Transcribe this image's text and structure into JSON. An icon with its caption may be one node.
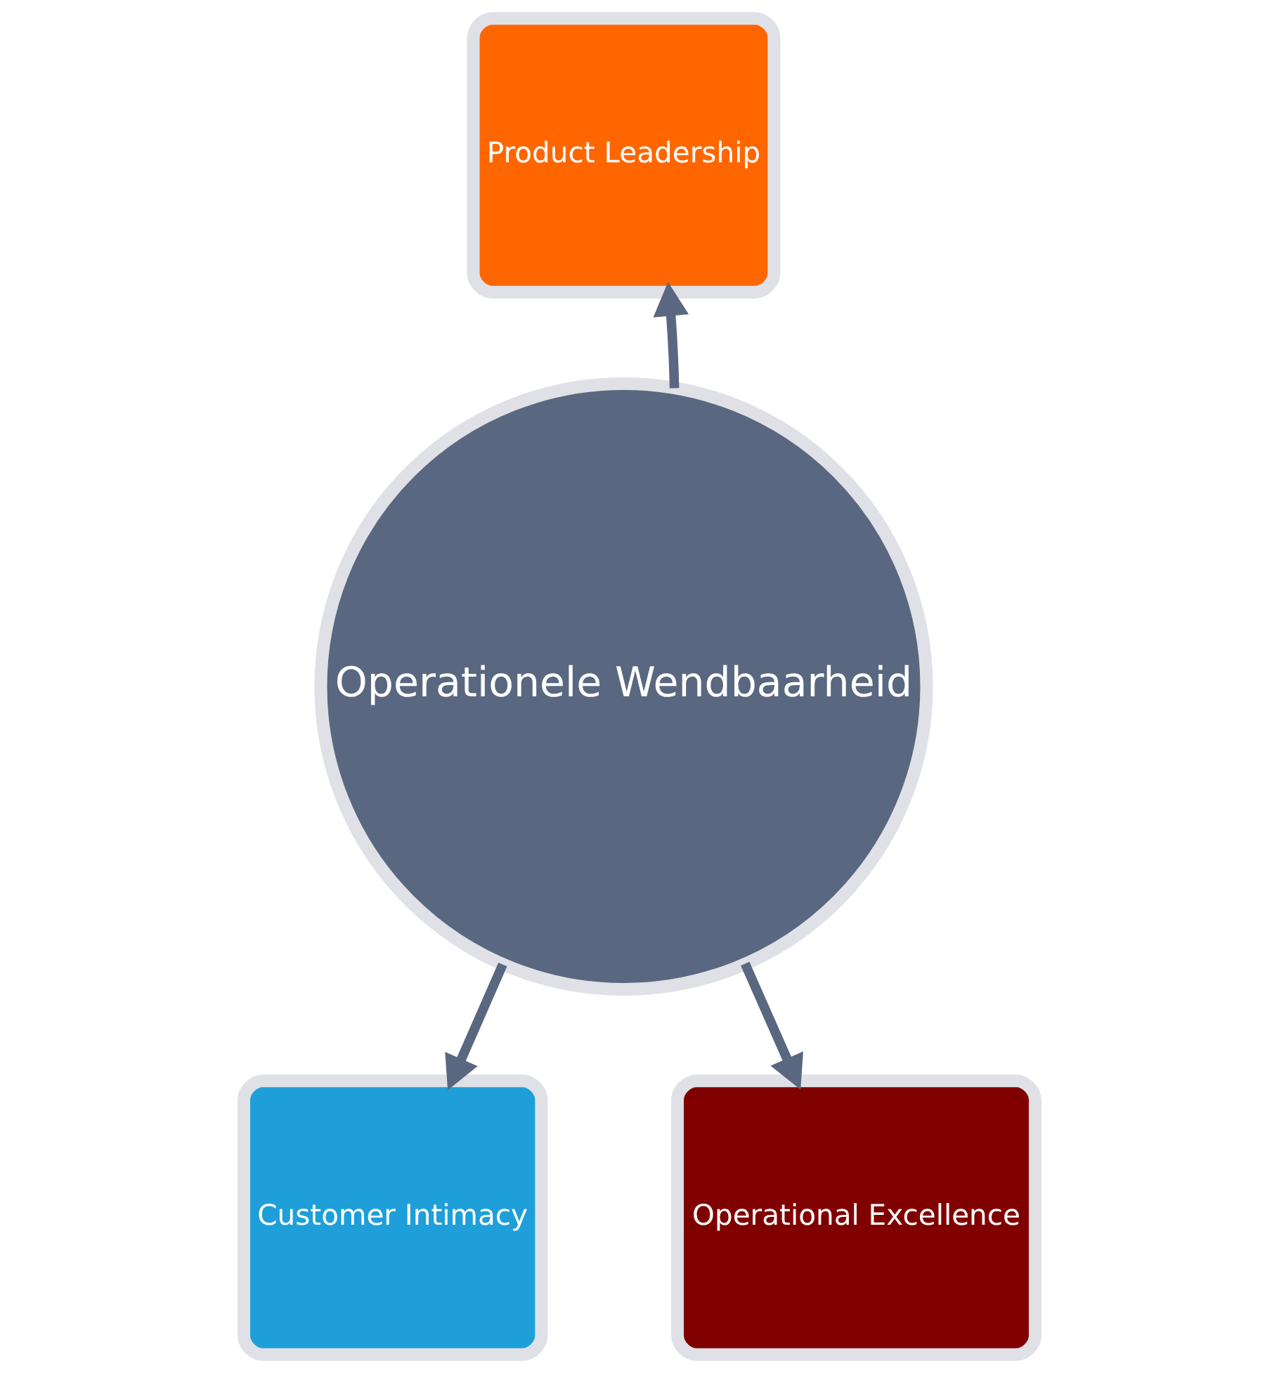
{
  "diagram": {
    "nodes": [
      {
        "text": [
          "Product Leadership"
        ]
      },
      {
        "text": [
          "Operationele Wendbaarheid"
        ]
      },
      {
        "text": [
          "Customer Intimacy"
        ]
      },
      {
        "text": [
          "Operational Excellence"
        ]
      }
    ],
    "edges": [
      {
        "from": 1,
        "to": 0,
        "arrow": "to"
      },
      {
        "from": 1,
        "to": 2,
        "arrow": "to"
      },
      {
        "from": 1,
        "to": 3,
        "arrow": "to"
      }
    ]
  }
}
